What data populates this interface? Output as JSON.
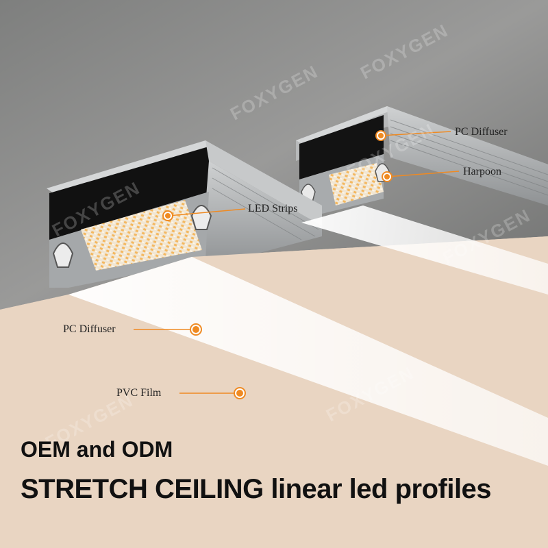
{
  "brand": {
    "watermark": "FOXYGEN"
  },
  "callouts": {
    "pc_diffuser_top": "PC Diffuser",
    "harpoon": "Harpoon",
    "led_strips": "LED Strips",
    "pc_diffuser_bottom": "PC Diffuser",
    "pvc_film": "PVC Film"
  },
  "headline": {
    "line1": "OEM and ODM",
    "line2": "STRETCH CEILING linear led profiles"
  },
  "colors": {
    "accent": "#ef8a22",
    "ceiling_film": "#e9d5c2",
    "concrete": "#8a8a88",
    "diffuser_light": "#f7f5f2",
    "text": "#111111"
  }
}
